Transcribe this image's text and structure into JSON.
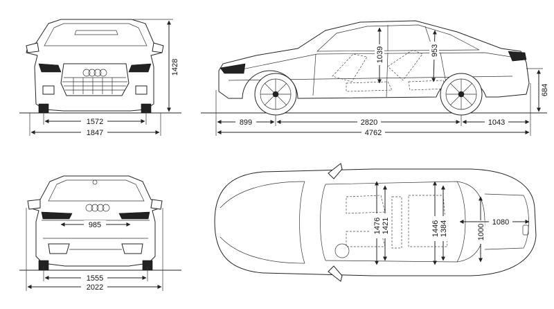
{
  "dimensions": {
    "front_track": "1572",
    "overall_width": "1847",
    "overall_height": "1428",
    "front_overhang": "899",
    "wheelbase": "2820",
    "rear_overhang": "1043",
    "overall_length": "4762",
    "rear_height": "684",
    "front_headroom": "1039",
    "rear_headroom": "953",
    "trunk_opening": "985",
    "rear_track": "1555",
    "width_with_mirrors": "2022",
    "front_shoulder_width": "1476",
    "front_elbow_width": "1421",
    "rear_shoulder_width": "1446",
    "rear_elbow_width": "1384",
    "trunk_width": "1000",
    "trunk_length": "1080"
  }
}
